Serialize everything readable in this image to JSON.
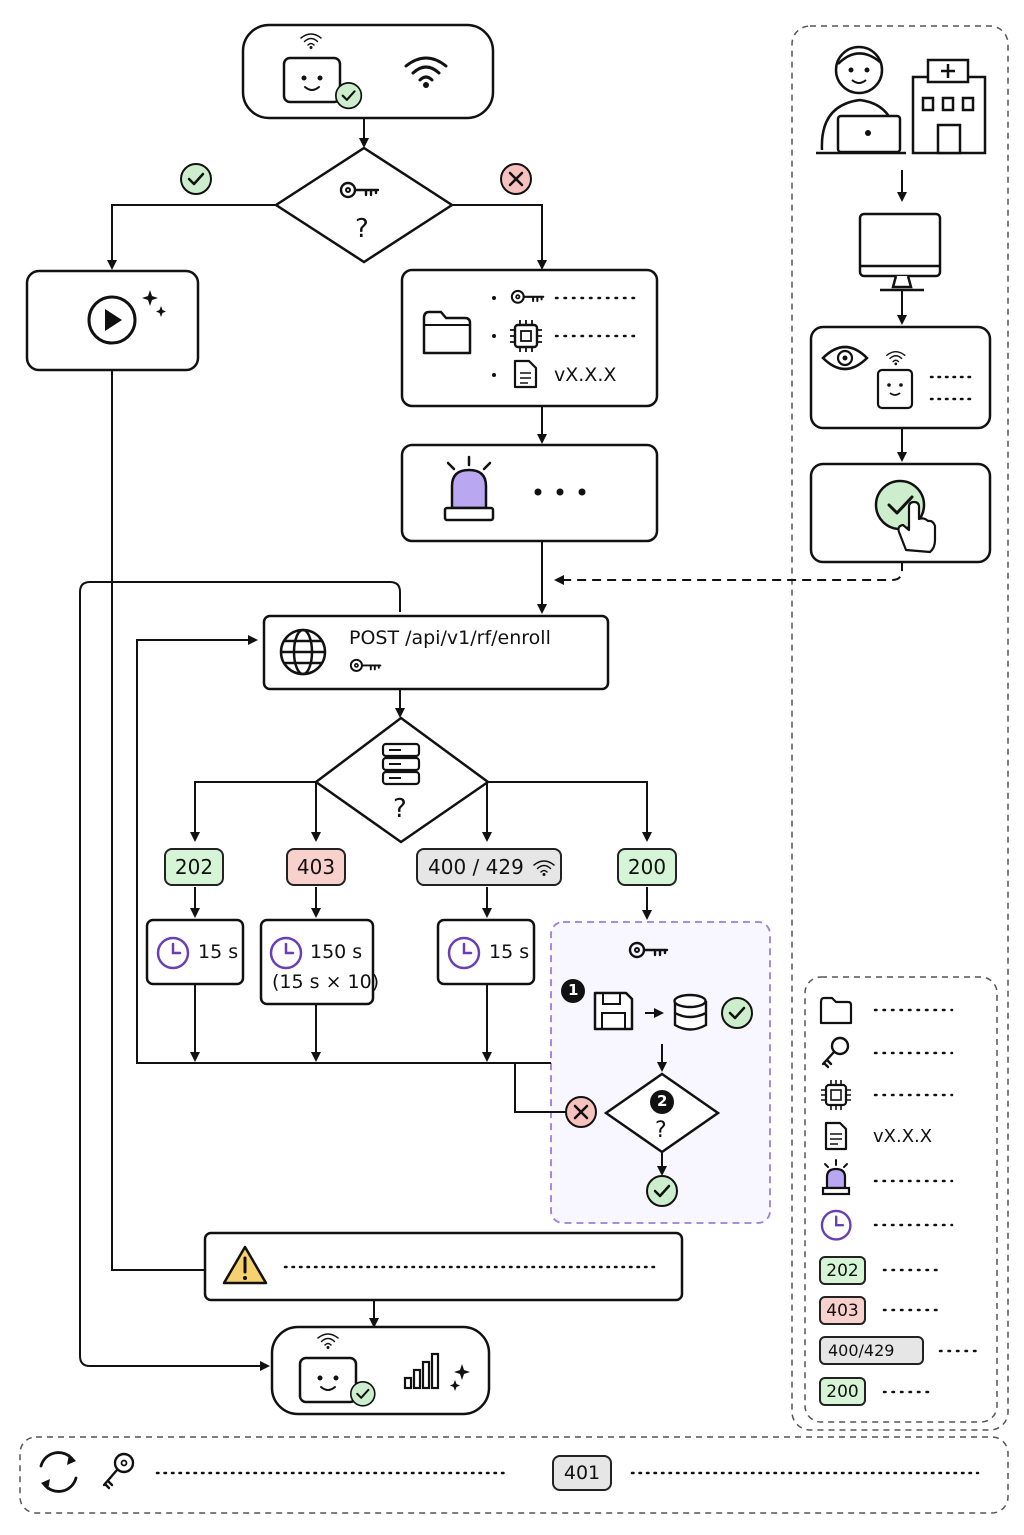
{
  "request": {
    "endpoint": "POST /api/v1/rf/enroll"
  },
  "decisions": {
    "key_check_label": "?",
    "server_response_label": "?",
    "step2_label": "?"
  },
  "manifest": {
    "version": "vX.X.X"
  },
  "branches": [
    {
      "code": "202",
      "wait": "15 s",
      "wait_detail": "",
      "color": "#d6f5d6"
    },
    {
      "code": "403",
      "wait": "150 s",
      "wait_detail": "(15 s × 10)",
      "color": "#f8d0cc"
    },
    {
      "code": "400 / 429",
      "wait": "15 s",
      "wait_detail": "",
      "color": "#e6e6e6"
    },
    {
      "code": "200",
      "wait": "",
      "wait_detail": "",
      "color": "#d6f5d6"
    }
  ],
  "success_steps": {
    "step1": "1",
    "step2": "2"
  },
  "legend": {
    "items": [
      {
        "icon": "folder-icon",
        "text": ""
      },
      {
        "icon": "key-icon",
        "text": ""
      },
      {
        "icon": "chip-icon",
        "text": ""
      },
      {
        "icon": "document-icon",
        "text": "vX.X.X"
      },
      {
        "icon": "alarm-icon",
        "text": ""
      },
      {
        "icon": "clock-icon",
        "text": ""
      },
      {
        "icon": "badge",
        "code": "202",
        "text": ""
      },
      {
        "icon": "badge",
        "code": "403",
        "text": ""
      },
      {
        "icon": "badge",
        "code": "400/429",
        "text": ""
      },
      {
        "icon": "badge",
        "code": "200",
        "text": ""
      }
    ]
  },
  "footer": {
    "code": "401"
  },
  "colors": {
    "green": "#d6f5d6",
    "red": "#f8d0cc",
    "grey": "#e6e6e6",
    "alarm_purple": "#b9a7f2",
    "clock_purple": "#6a3fb5",
    "warning_yellow": "#f7d070",
    "dashed_purple": "#9b7fd9"
  }
}
